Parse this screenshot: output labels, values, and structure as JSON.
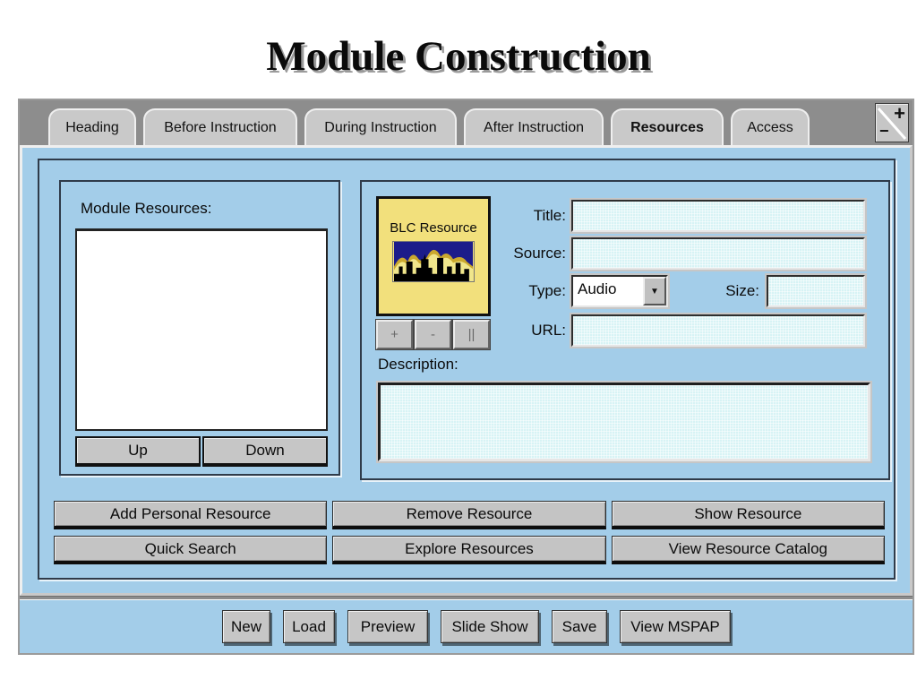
{
  "header": {
    "title": "Module Construction"
  },
  "tabs": [
    {
      "label": "Heading",
      "selected": false
    },
    {
      "label": "Before Instruction",
      "selected": false
    },
    {
      "label": "During Instruction",
      "selected": false
    },
    {
      "label": "After Instruction",
      "selected": false
    },
    {
      "label": "Resources",
      "selected": true
    },
    {
      "label": "Access",
      "selected": false
    }
  ],
  "font_control": {
    "increase_label": "+",
    "decrease_label": "−"
  },
  "module_resources": {
    "label": "Module Resources:",
    "items": [],
    "up_button": "Up",
    "down_button": "Down"
  },
  "resource_card": {
    "title": "BLC Resource",
    "icon": "city-skyline",
    "controls": [
      "+",
      "-",
      "||"
    ]
  },
  "form": {
    "title": {
      "label": "Title:",
      "value": ""
    },
    "source": {
      "label": "Source:",
      "value": ""
    },
    "type": {
      "label": "Type:",
      "value": "Audio"
    },
    "size": {
      "label": "Size:",
      "value": ""
    },
    "url": {
      "label": "URL:",
      "value": ""
    },
    "description": {
      "label": "Description:",
      "value": ""
    }
  },
  "actions": {
    "row1": [
      "Add Personal Resource",
      "Remove Resource",
      "Show Resource"
    ],
    "row2": [
      "Quick Search",
      "Explore Resources",
      "View Resource Catalog"
    ]
  },
  "footer": {
    "buttons": [
      "New",
      "Load",
      "Preview",
      "Slide Show",
      "Save",
      "View MSPAP"
    ]
  },
  "colors": {
    "panel_blue": "#a3cde9",
    "field_cyan": "#d7f3f5",
    "card_yellow": "#f2e07c",
    "tabstrip_gray": "#8d8d8d",
    "frame_navy": "#2f3b4a",
    "button_silver": "#c6c6c6"
  }
}
